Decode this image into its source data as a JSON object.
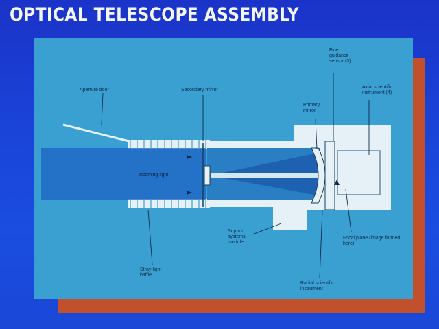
{
  "title": "OPTICAL TELESCOPE ASSEMBLY",
  "labels": {
    "aperture_door": "Aperture door",
    "secondary_mirror": "Secondary mirror",
    "fine_guidance_sensor": "Fine guidance sensor (3)",
    "primary_mirror": "Primary mirror",
    "axial_instrument": "Axial scientific instrument (4)",
    "incoming_light": "Incoming light",
    "support_systems_module": "Support systems module",
    "focal_plane": "Focal plane (image formed here)",
    "stray_light_baffle": "Stray-light baffle",
    "radial_instrument": "Radial scientific instrument"
  },
  "colors": {
    "background": "#1a44d8",
    "panel": "#3aa0d2",
    "shadow": "#c2502d",
    "structure": "#e6f1f7",
    "beam": "#1e62c4",
    "ink": "#0f2b4a"
  }
}
